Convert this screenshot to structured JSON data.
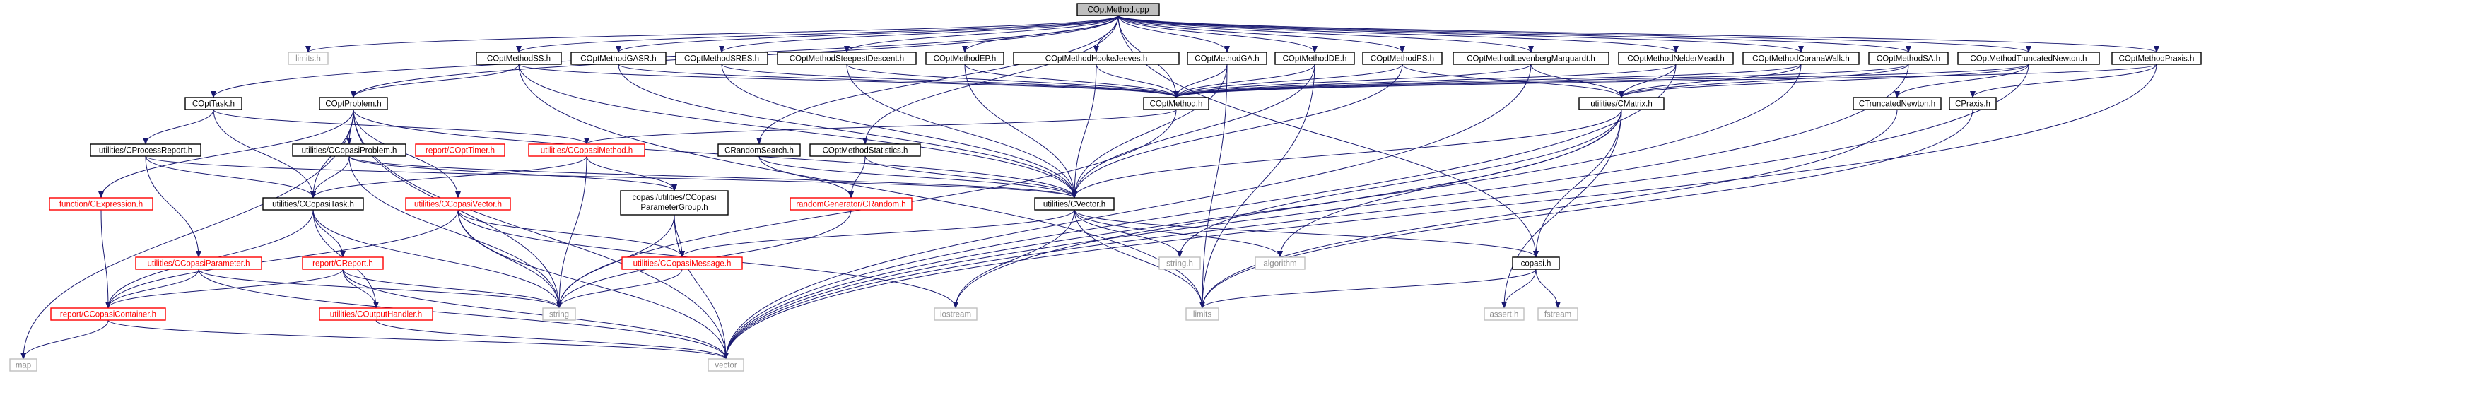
{
  "nodes": [
    {
      "id": "root",
      "label": "COptMethod.cpp"
    },
    {
      "id": "limits_top",
      "label": "limits.h"
    },
    {
      "id": "sswarm",
      "label": "COptMethodSS.h"
    },
    {
      "id": "gasr",
      "label": "COptMethodGASR.h"
    },
    {
      "id": "sres",
      "label": "COptMethodSRES.h"
    },
    {
      "id": "steep",
      "label": "COptMethodSteepestDescent.h"
    },
    {
      "id": "ep",
      "label": "COptMethodEP.h"
    },
    {
      "id": "hooke",
      "label": "COptMethodHookeJeeves.h"
    },
    {
      "id": "ga",
      "label": "COptMethodGA.h"
    },
    {
      "id": "de",
      "label": "COptMethodDE.h"
    },
    {
      "id": "ps",
      "label": "COptMethodPS.h"
    },
    {
      "id": "lm",
      "label": "COptMethodLevenbergMarquardt.h"
    },
    {
      "id": "nm",
      "label": "COptMethodNelderMead.h"
    },
    {
      "id": "corana",
      "label": "COptMethodCoranaWalk.h"
    },
    {
      "id": "sa",
      "label": "COptMethodSA.h"
    },
    {
      "id": "tn",
      "label": "COptMethodTruncatedNewton.h"
    },
    {
      "id": "praxis",
      "label": "COptMethodPraxis.h"
    },
    {
      "id": "opttask",
      "label": "COptTask.h"
    },
    {
      "id": "optprob",
      "label": "COptProblem.h"
    },
    {
      "id": "optmethod",
      "label": "COptMethod.h"
    },
    {
      "id": "cmatrix",
      "label": "utilities/CMatrix.h"
    },
    {
      "id": "ctn",
      "label": "CTruncatedNewton.h"
    },
    {
      "id": "cpraxis",
      "label": "CPraxis.h"
    },
    {
      "id": "procrep",
      "label": "utilities/CProcessReport.h"
    },
    {
      "id": "capprob",
      "label": "utilities/CCopasiProblem.h"
    },
    {
      "id": "timer",
      "label": "report/COptTimer.h"
    },
    {
      "id": "capmeth",
      "label": "utilities/CCopasiMethod.h"
    },
    {
      "id": "randsearch",
      "label": "CRandomSearch.h"
    },
    {
      "id": "stats",
      "label": "COptMethodStatistics.h"
    },
    {
      "id": "funcexpr",
      "label": "function/CExpression.h"
    },
    {
      "id": "captask",
      "label": "utilities/CCopasiTask.h"
    },
    {
      "id": "capvec",
      "label": "utilities/CCopasiVector.h"
    },
    {
      "id": "pgroup1",
      "label": "copasi/utilities/CCopasi"
    },
    {
      "id": "pgroup2",
      "label": "ParameterGroup.h"
    },
    {
      "id": "crandom",
      "label": "randomGenerator/CRandom.h"
    },
    {
      "id": "cvector",
      "label": "utilities/CVector.h"
    },
    {
      "id": "capparam",
      "label": "utilities/CCopasiParameter.h"
    },
    {
      "id": "creport",
      "label": "report/CReport.h"
    },
    {
      "id": "capmsg",
      "label": "utilities/CCopasiMessage.h"
    },
    {
      "id": "copasih",
      "label": "copasi.h"
    },
    {
      "id": "stringh",
      "label": "string.h"
    },
    {
      "id": "algorithm",
      "label": "algorithm"
    },
    {
      "id": "capcont",
      "label": "report/CCopasiContainer.h"
    },
    {
      "id": "outhandler",
      "label": "utilities/COutputHandler.h"
    },
    {
      "id": "string",
      "label": "string"
    },
    {
      "id": "iostream",
      "label": "iostream"
    },
    {
      "id": "limits",
      "label": "limits"
    },
    {
      "id": "asserth",
      "label": "assert.h"
    },
    {
      "id": "fstream",
      "label": "fstream"
    },
    {
      "id": "map",
      "label": "map"
    },
    {
      "id": "vector",
      "label": "vector"
    }
  ]
}
